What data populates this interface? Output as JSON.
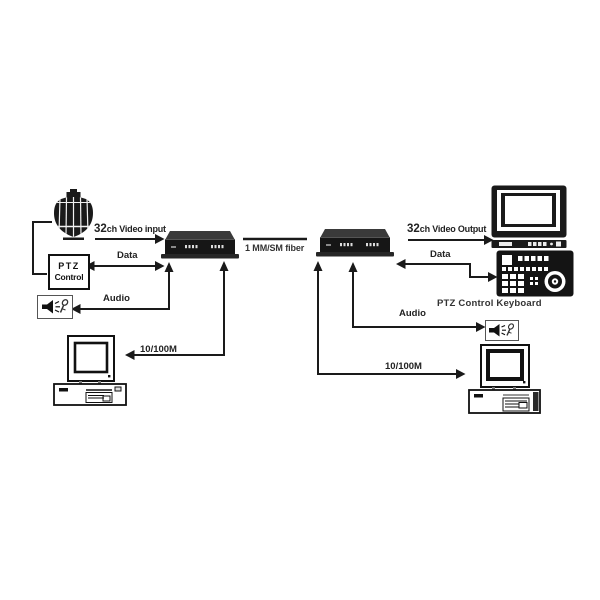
{
  "diagram": {
    "labels": {
      "video_input_prefix": "32",
      "video_input": "ch Video input",
      "video_output_prefix": "32",
      "video_output": "ch Video Output",
      "data_left": "Data",
      "data_right": "Data",
      "audio_left": "Audio",
      "audio_right": "Audio",
      "ethernet_left": "10/100M",
      "ethernet_right": "10/100M",
      "fiber_link": "1 MM/SM fiber",
      "ptz_box_title": "PTZ",
      "ptz_box_subtitle": "Control",
      "keyboard_caption": "PTZ Control Keyboard"
    },
    "icons": [
      "dome-camera-icon",
      "speaker-mic-icon-left",
      "fiber-transmitter-icon",
      "fiber-receiver-icon",
      "monitor-icon",
      "ptz-keyboard-icon",
      "speaker-mic-icon-right",
      "computer-icon-left",
      "computer-icon-right"
    ],
    "colors": {
      "line": "#1a1a1a",
      "text": "#222222",
      "device_body": "#161616",
      "background": "#ffffff"
    }
  }
}
